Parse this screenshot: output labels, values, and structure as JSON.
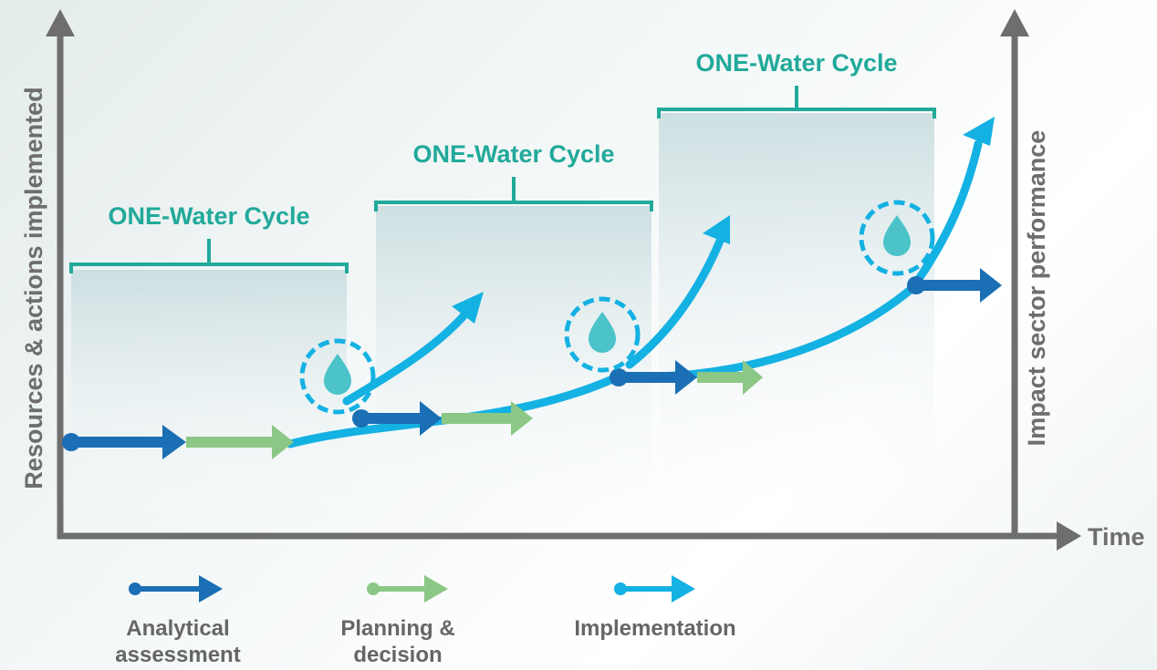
{
  "axes": {
    "y_left": "Resources & actions implemented",
    "y_right": "Impact sector performance",
    "x": "Time"
  },
  "cycles": [
    {
      "title": "ONE-Water Cycle"
    },
    {
      "title": "ONE-Water Cycle"
    },
    {
      "title": "ONE-Water Cycle"
    }
  ],
  "legend": [
    {
      "line1": "Analytical",
      "line2": "assessment",
      "color": "#1b6fb4"
    },
    {
      "line1": "Planning &",
      "line2": "decision",
      "color": "#8cc785"
    },
    {
      "line1": "Implementation",
      "line2": "",
      "color": "#14b1e3"
    }
  ],
  "colors": {
    "axis": "#6e6e6e",
    "bracket": "#21a99a",
    "analytical": "#1b6fb4",
    "planning": "#8cc785",
    "implementation": "#14b1e3",
    "drop": "#4cc3c9"
  },
  "icons": [
    "water-drop-icon",
    "cycle-arrow-icon"
  ]
}
